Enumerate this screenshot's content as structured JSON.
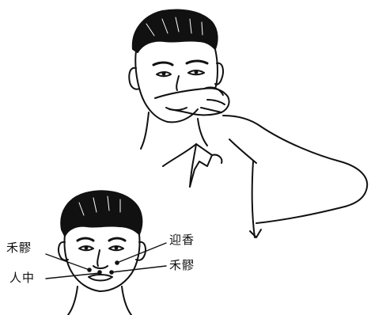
{
  "figure": {
    "labels": {
      "heliao_left": "禾髎",
      "renzhong": "人中",
      "yingxiang": "迎香",
      "heliao_right": "禾髎"
    }
  },
  "colors": {
    "ink": "#111111",
    "paper": "#ffffff"
  }
}
